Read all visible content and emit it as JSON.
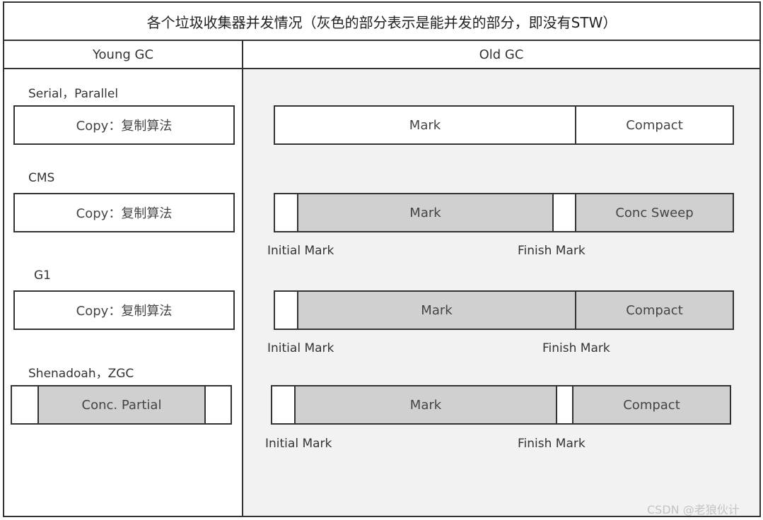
{
  "title": "各个垃圾收集器并发情况（灰色的部分表示是能并发的部分，即没有STW）",
  "headers": {
    "young": "Young GC",
    "old": "Old GC"
  },
  "collectors": {
    "serial_parallel": {
      "name": "Serial，Parallel",
      "young": "Copy：复制算法",
      "old_mark": "Mark",
      "old_compact": "Compact"
    },
    "cms": {
      "name": "CMS",
      "young": "Copy：复制算法",
      "old_mark": "Mark",
      "old_sweep": "Conc Sweep",
      "initial_mark": "Initial Mark",
      "finish_mark": "Finish Mark"
    },
    "g1": {
      "name": "G1",
      "young": "Copy：复制算法",
      "old_mark": "Mark",
      "old_compact": "Compact",
      "initial_mark": "Initial Mark",
      "finish_mark": "Finish Mark"
    },
    "shenandoah_zgc": {
      "name": "Shenadoah，ZGC",
      "young": "Conc. Partial",
      "old_mark": "Mark",
      "old_compact": "Compact",
      "initial_mark": "Initial Mark",
      "finish_mark": "Finish Mark"
    }
  },
  "legend": {
    "gray_meaning": "concurrent",
    "colors": {
      "concurrent": "#d0d0d0",
      "stw": "#ffffff",
      "border": "#333333",
      "old_column_bg": "#f2f2f2"
    }
  },
  "watermark": "CSDN @老狼伙计"
}
